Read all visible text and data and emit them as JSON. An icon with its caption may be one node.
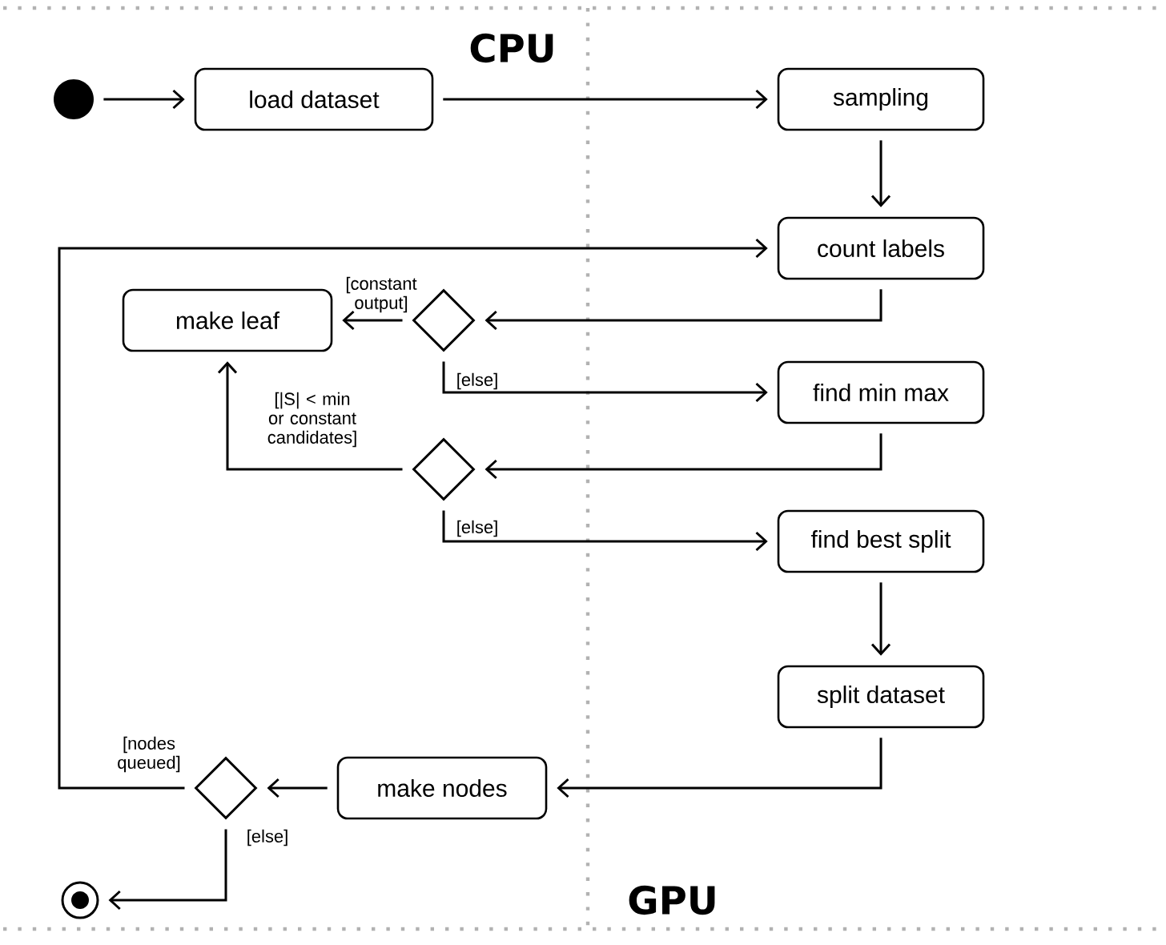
{
  "diagram": {
    "nodes": [
      {
        "text": [],
        "shape": "circle"
      },
      {
        "text": [
          "load dataset"
        ]
      },
      {
        "text": [
          "sampling"
        ]
      },
      {
        "text": [
          "count labels"
        ]
      },
      {
        "text": [
          "make leaf"
        ]
      },
      {
        "text": [],
        "shape": "diamond"
      },
      {
        "text": [
          "find min max"
        ]
      },
      {
        "text": [],
        "shape": "diamond"
      },
      {
        "text": [
          "find best split"
        ]
      },
      {
        "text": [
          "split dataset"
        ]
      },
      {
        "text": [
          "make nodes"
        ]
      },
      {
        "text": [],
        "shape": "diamond"
      },
      {
        "text": [],
        "shape": "circle"
      }
    ],
    "edges": [
      {
        "from": 0,
        "to": 1,
        "arrow": "to"
      },
      {
        "from": 1,
        "to": 2,
        "arrow": "to"
      },
      {
        "from": 2,
        "to": 3,
        "arrow": "to"
      },
      {
        "from": 3,
        "to": 5,
        "arrow": "to"
      },
      {
        "from": 5,
        "to": 4,
        "arrow": "to",
        "label": "[constant output]"
      },
      {
        "from": 5,
        "to": 6,
        "arrow": "to",
        "label": "[else]"
      },
      {
        "from": 6,
        "to": 7,
        "arrow": "to"
      },
      {
        "from": 7,
        "to": 4,
        "arrow": "to",
        "label": "[|S| < min or constant candidates]"
      },
      {
        "from": 7,
        "to": 8,
        "arrow": "to",
        "label": "[else]"
      },
      {
        "from": 8,
        "to": 9,
        "arrow": "to"
      },
      {
        "from": 9,
        "to": 10,
        "arrow": "to"
      },
      {
        "from": 10,
        "to": 11,
        "arrow": "to"
      },
      {
        "from": 11,
        "to": 3,
        "arrow": "to",
        "label": "[nodes queued]"
      },
      {
        "from": 11,
        "to": 12,
        "arrow": "to",
        "label": "[else]"
      }
    ],
    "labels": [
      "CPU",
      "GPU"
    ]
  }
}
